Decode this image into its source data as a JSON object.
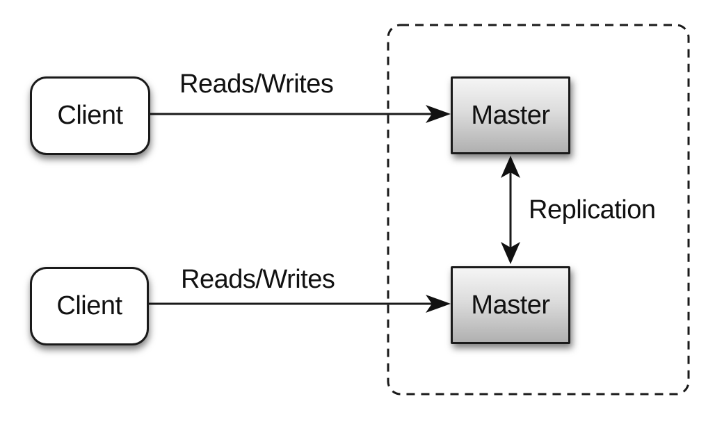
{
  "colors": {
    "background": "#ffffff",
    "stroke": "#1a1a1a",
    "text": "#111111",
    "client_fill": "#ffffff",
    "master_fill_top": "#f5f5f5",
    "master_fill_bottom": "#b0b0b0"
  },
  "nodes": {
    "client_top": {
      "label": "Client"
    },
    "client_bottom": {
      "label": "Client"
    },
    "master_top": {
      "label": "Master"
    },
    "master_bottom": {
      "label": "Master"
    }
  },
  "edges": {
    "reads_writes_top": {
      "label": "Reads/Writes",
      "direction": "client-to-master"
    },
    "reads_writes_bottom": {
      "label": "Reads/Writes",
      "direction": "client-to-master"
    },
    "replication": {
      "label": "Replication",
      "direction": "bidirectional"
    }
  }
}
